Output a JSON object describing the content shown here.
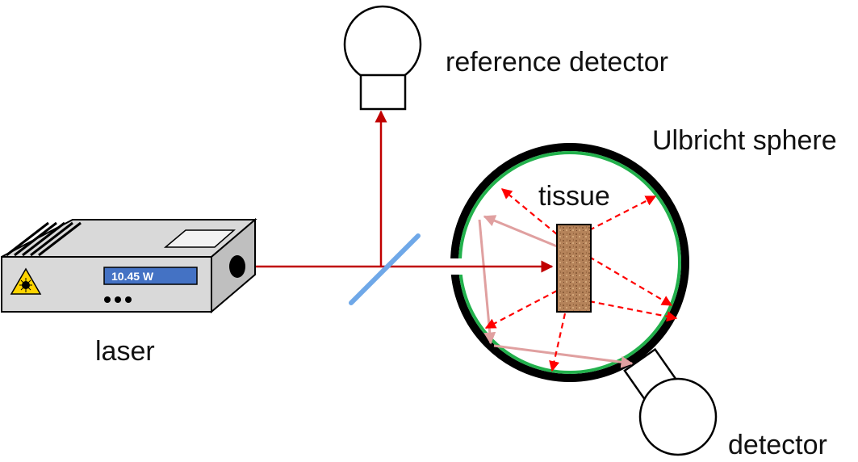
{
  "labels": {
    "reference_detector": "reference detector",
    "ulbricht_sphere": "Ulbricht sphere",
    "tissue": "tissue",
    "laser": "laser",
    "detector": "detector"
  },
  "laser_display": "10.45 W",
  "colors": {
    "beam": "#c00000",
    "scatter": "#ff0000",
    "reflection": "#e0a0a0",
    "sphere_lining": "#22b14c",
    "sphere_wall": "#000000",
    "mirror": "#6fa8e8",
    "laser_body": "#d9d9d9",
    "laser_display": "#4472c4",
    "tissue": "#b5835a"
  },
  "icons": [
    "laser-warning-icon",
    "mirror-icon",
    "detector-icon"
  ]
}
